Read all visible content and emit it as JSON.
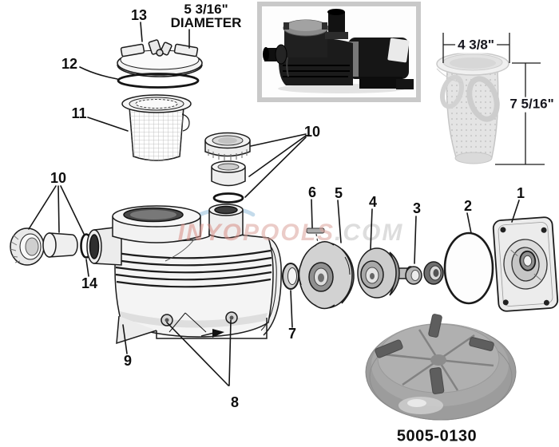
{
  "diagram": {
    "lid_dimension": {
      "value": "5 3/16\"",
      "label": "DIAMETER"
    },
    "callouts": {
      "c1": "1",
      "c2": "2",
      "c3": "3",
      "c4": "4",
      "c5": "5",
      "c6": "6",
      "c7": "7",
      "c8": "8",
      "c9": "9",
      "c10_left": "10",
      "c10_right": "10",
      "c11": "11",
      "c12": "12",
      "c13": "13",
      "c14": "14"
    },
    "basket_dimensions": {
      "diameter": "4 3/8\"",
      "height": "7 5/16\""
    },
    "lid_caption": "5005-0130",
    "watermark": {
      "part1": "INYO",
      "part2": "POOLS",
      "part3": ".COM"
    },
    "colors": {
      "frame_gray": "#c9c9c9",
      "watermark_blue": "#b5d2e6",
      "watermark_pink": "#d98f86",
      "ink": "#1c1c1c"
    }
  }
}
